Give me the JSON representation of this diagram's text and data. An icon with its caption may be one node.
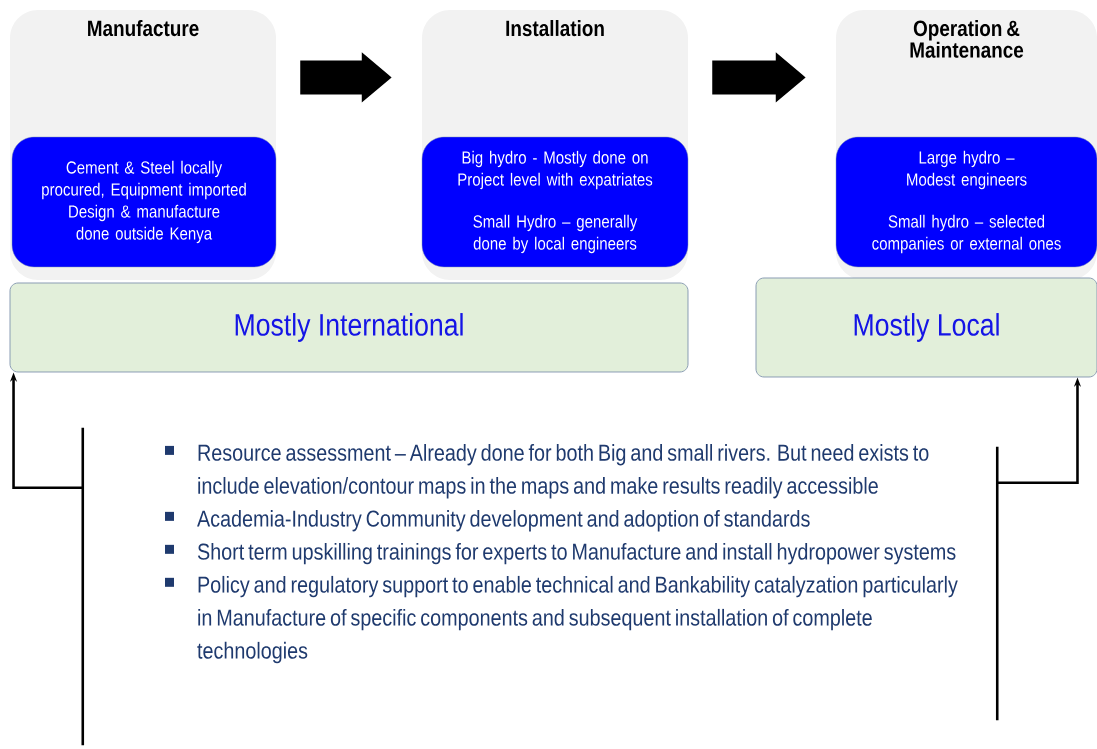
{
  "diagram": {
    "nodes": [
      {
        "text": [
          "Manufacture"
        ]
      },
      {
        "text": [
          "Cement & Steel locally procured, Equipment imported",
          "Design & manufacture done outside Kenya"
        ],
        "in": 0
      },
      {
        "text": [
          "Installation"
        ]
      },
      {
        "text": [
          "Big hydro - Mostly done on Project level with expatriates",
          "Small Hydro – generally done by local engineers"
        ],
        "in": 2
      },
      {
        "text": [
          "Operation & Maintenance"
        ]
      },
      {
        "text": [
          "Large hydro – Modest engineers",
          "Small hydro – selected companies or external ones"
        ],
        "in": 4
      },
      {
        "text": [
          "Mostly International"
        ]
      },
      {
        "text": [
          "Mostly Local"
        ]
      },
      {
        "text": [
          "Resource assessment – Already done for both Big and small rivers. But need exists to include elevation/contour maps in the maps and make results readily accessible",
          "Academia-Industry Community development and adoption of standards",
          "Short term upskilling trainings for experts to Manufacture and install hydropower systems",
          "Policy and regulatory support to enable technical and Bankability catalyzation particularly in Manufacture of specific components and subsequent installation of complete technologies"
        ]
      }
    ],
    "edges": [
      {
        "from": 0,
        "to": 2,
        "arrow": "to",
        "style": "thick"
      },
      {
        "from": 2,
        "to": 4,
        "arrow": "to",
        "style": "thick"
      },
      {
        "from": 8,
        "to": 6,
        "arrow": "to"
      },
      {
        "from": 8,
        "to": 7,
        "arrow": "to"
      }
    ]
  }
}
